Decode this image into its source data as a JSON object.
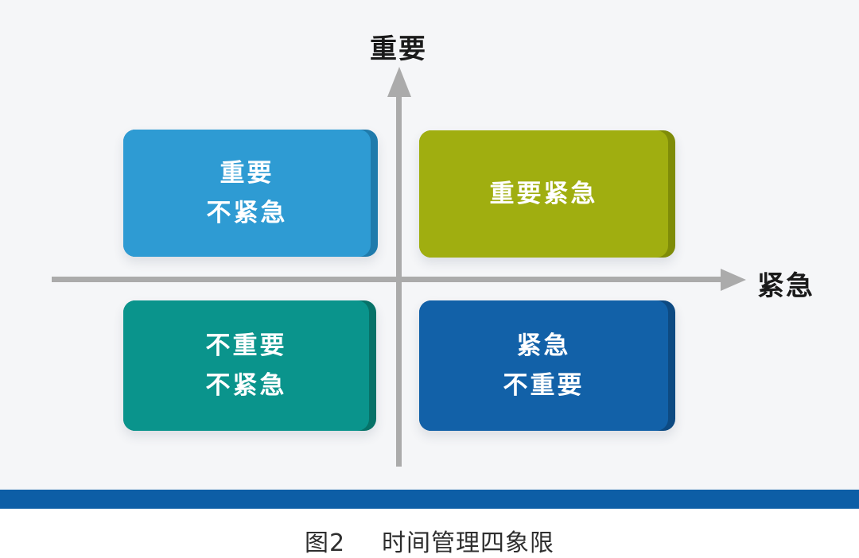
{
  "figure": {
    "axes": {
      "y_label": "重要",
      "x_label": "紧急"
    },
    "quadrants": [
      {
        "id": "top-left",
        "lines": [
          "重要",
          "不紧急"
        ],
        "face_color": "#2e9bd3",
        "side_color": "#1f7bac"
      },
      {
        "id": "top-right",
        "lines": [
          "重要紧急"
        ],
        "face_color": "#a0ae10",
        "side_color": "#7f8c08"
      },
      {
        "id": "bottom-left",
        "lines": [
          "不重要",
          "不紧急"
        ],
        "face_color": "#0a948c",
        "side_color": "#077268"
      },
      {
        "id": "bottom-right",
        "lines": [
          "紧急",
          "不重要"
        ],
        "face_color": "#1261a8",
        "side_color": "#0d4a82"
      }
    ],
    "colors": {
      "axis": "#ababab",
      "plot_background": "#f5f6f8",
      "divider_bar": "#0d5ea6",
      "quadrant_text": "#ffffff",
      "axis_label_text": "#1a1a1a",
      "caption_text": "#2e2e2e"
    }
  },
  "caption": {
    "prefix": "图2",
    "title": "时间管理四象限"
  }
}
